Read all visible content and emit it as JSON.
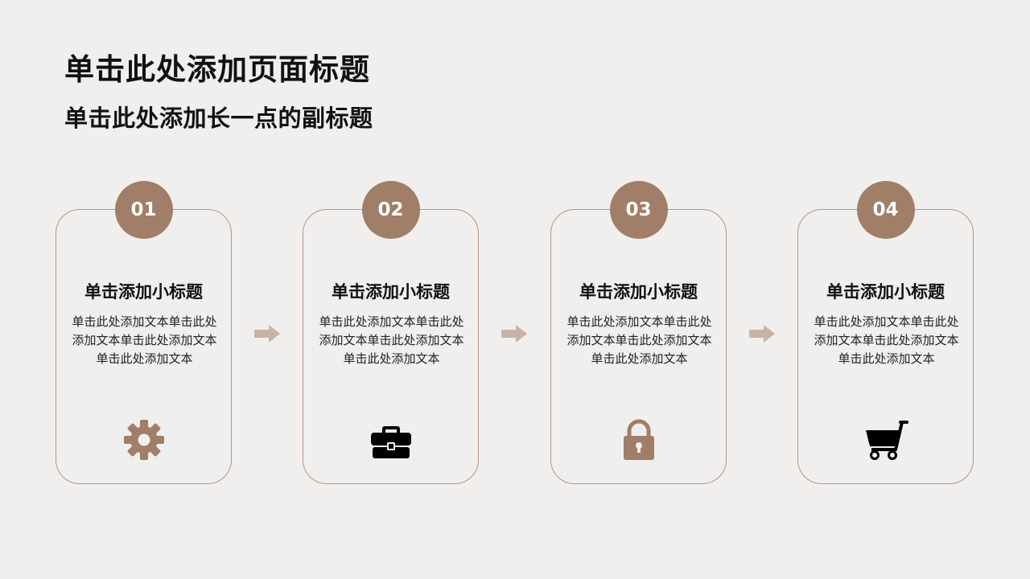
{
  "page": {
    "title": "单击此处添加页面标题",
    "subtitle": "单击此处添加长一点的副标题"
  },
  "cards": [
    {
      "number": "01",
      "title": "单击添加小标题",
      "body": "单击此处添加文本单击此处添加文本单击此处添加文本单击此处添加文本",
      "icon": "gear-icon"
    },
    {
      "number": "02",
      "title": "单击添加小标题",
      "body": "单击此处添加文本单击此处添加文本单击此处添加文本单击此处添加文本",
      "icon": "briefcase-icon"
    },
    {
      "number": "03",
      "title": "单击添加小标题",
      "body": "单击此处添加文本单击此处添加文本单击此处添加文本单击此处添加文本",
      "icon": "lock-icon"
    },
    {
      "number": "04",
      "title": "单击添加小标题",
      "body": "单击此处添加文本单击此处添加文本单击此处添加文本单击此处添加文本",
      "icon": "cart-icon"
    }
  ],
  "colors": {
    "accent": "#a07e68",
    "border": "#b49584",
    "arrow": "#c9b3a4",
    "background": "#f0efee"
  }
}
